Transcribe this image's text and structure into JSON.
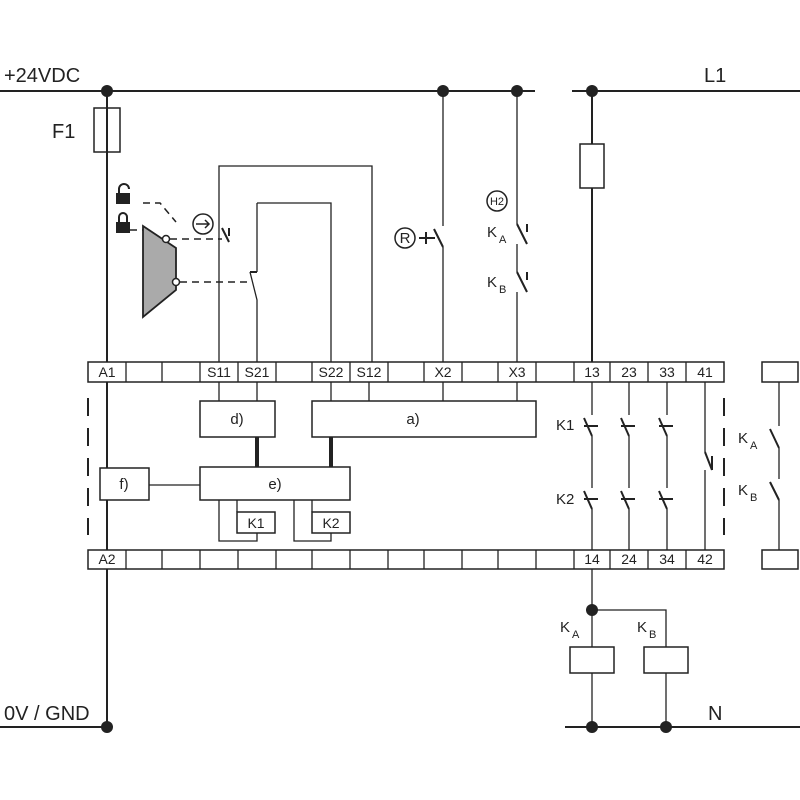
{
  "supply": {
    "positive": "+24VDC",
    "ground": "0V / GND",
    "line": "L1",
    "neutral": "N"
  },
  "fuse": {
    "label": "F1"
  },
  "top_terminals": [
    "A1",
    "S11",
    "S21",
    "S22",
    "S12",
    "X2",
    "X3",
    "13",
    "23",
    "33",
    "41"
  ],
  "bottom_terminals": [
    "A2",
    "14",
    "24",
    "34",
    "42"
  ],
  "blocks": {
    "a": "a)",
    "d": "d)",
    "e": "e)",
    "f": "f)",
    "k1": "K1",
    "k2": "K2"
  },
  "contacts": {
    "k1": "K1",
    "k2": "K2",
    "k": "K"
  },
  "external": {
    "k_main": "K",
    "sub_a": "A",
    "sub_b": "B"
  },
  "symbols": {
    "reset": "R",
    "h2": "H2"
  },
  "icons": [
    "lock-open-icon",
    "lock-closed-icon",
    "rotation-arrow-icon"
  ]
}
